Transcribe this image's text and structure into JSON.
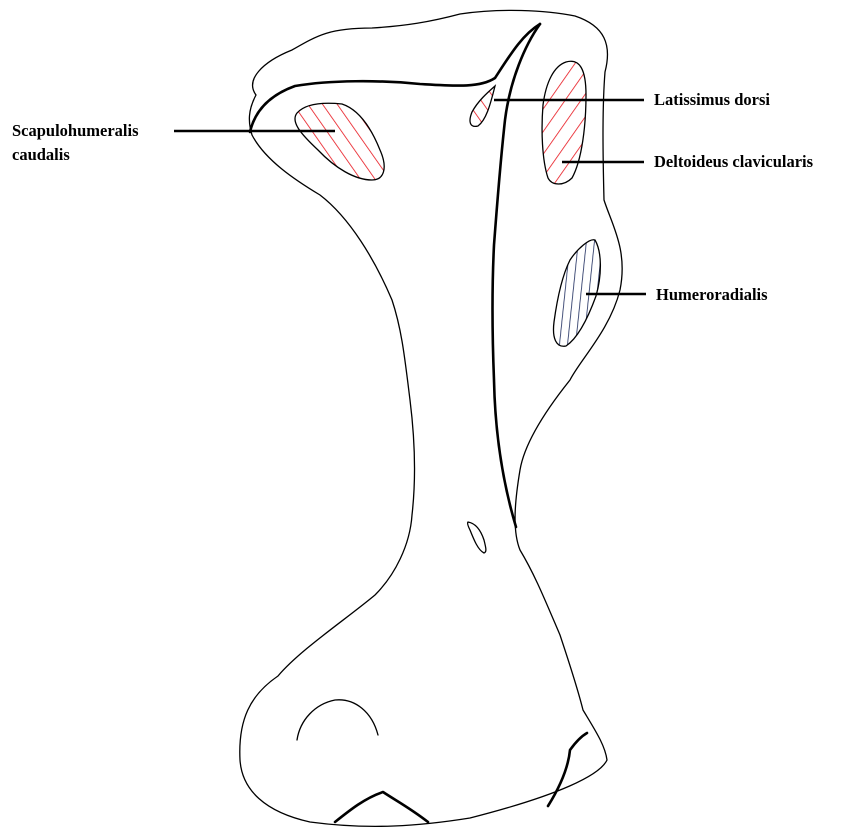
{
  "labels": {
    "scapulohumeralis_line1": "Scapulohumeralis",
    "scapulohumeralis_line2": "caudalis",
    "latissimus": "Latissimus dorsi",
    "deltoideus": "Deltoideus clavicularis",
    "humeroradialis": "Humeroradialis"
  },
  "colors": {
    "outline": "#000000",
    "red_hatch": "#e8141c",
    "blue_hatch": "#1b2a5c"
  }
}
